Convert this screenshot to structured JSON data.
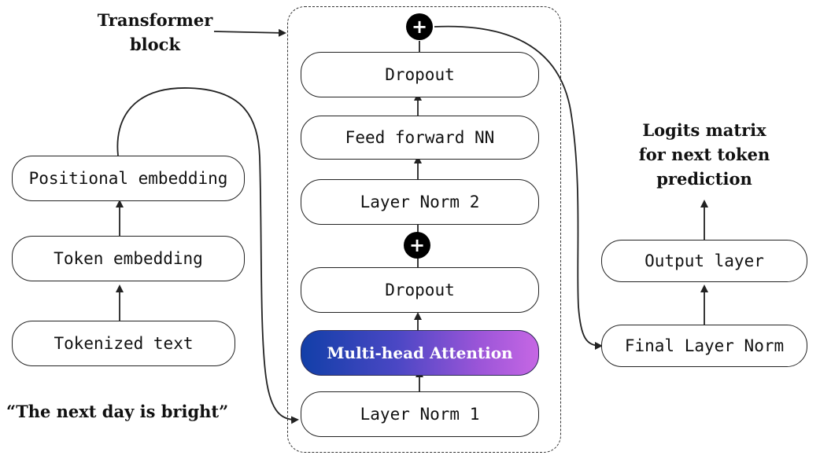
{
  "left_column": {
    "positional_embedding": "Positional embedding",
    "token_embedding": "Token embedding",
    "tokenized_text": "Tokenized text"
  },
  "input_text": "“The next day is bright”",
  "transformer_block": {
    "caption_line1": "Transformer",
    "caption_line2": "block",
    "dropout_top": "Dropout",
    "feed_forward": "Feed forward NN",
    "layer_norm_2": "Layer Norm 2",
    "dropout_bottom": "Dropout",
    "attention": "Multi-head Attention",
    "layer_norm_1": "Layer Norm 1",
    "add_symbol": "+"
  },
  "right_column": {
    "output_caption_line1": "Logits matrix",
    "output_caption_line2": "for next token",
    "output_caption_line3": "prediction",
    "output_layer": "Output layer",
    "final_layer_norm": "Final Layer Norm"
  },
  "colors": {
    "attention_gradient_start": "#123fa8",
    "attention_gradient_end": "#c667e4",
    "stroke": "#222222"
  }
}
